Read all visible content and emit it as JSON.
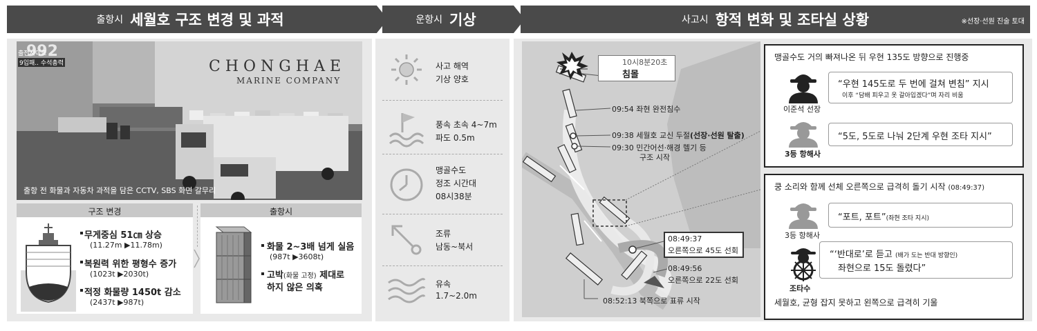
{
  "header1": {
    "small": "출항시",
    "big": "세월호 구조 변경 및 과적"
  },
  "header2": {
    "small": "운항시",
    "big": "기상"
  },
  "header3": {
    "small": "사고시",
    "big": "항적 변화 및 조타실 상황",
    "note": "※선장·선원 진술 토대"
  },
  "photo": {
    "overlay_top_left": "992",
    "overlay_line1": "출전시이트",
    "overlay_line2": "9입패.. 수석총력",
    "ship_name": "CHONGHAE",
    "ship_company": "MARINE COMPANY",
    "caption": "출항 전 화물과 자동차 과적을 담은 CCTV, SBS 화면 갈무리"
  },
  "structure": {
    "header": "구조 변경",
    "items": [
      {
        "title": "무게중심 51㎝ 상승",
        "detail": "(11.27m ▶11.78m)"
      },
      {
        "title": "복원력 위한 평형수 증가",
        "detail": "(1023t ▶2030t)"
      },
      {
        "title": "적정 화물량 1450t 감소",
        "detail": "(2437t ▶987t)"
      }
    ]
  },
  "departure": {
    "header": "출항시",
    "item1_title": "화물 2~3배 넘게 실음",
    "item1_detail": "(987t ▶3608t)",
    "item2_a": "고박",
    "item2_b": "(화물 고정)",
    "item2_c": " 제대로",
    "item2_line2": "하지 않은 의혹"
  },
  "weather": [
    {
      "icon": "sun-icon",
      "line1": "사고 해역",
      "line2": "기상 양호"
    },
    {
      "icon": "wind-flag-icon",
      "line1": "풍속 초속 4~7m",
      "line2": "파도 0.5m"
    },
    {
      "icon": "clock-icon",
      "line1": "맹골수도",
      "line2": "정조 시간대",
      "line3": "08시38분"
    },
    {
      "icon": "current-icon",
      "line1": "조류",
      "line2": "남동~북서"
    },
    {
      "icon": "wave-icon",
      "line1": "유속",
      "line2": "1.7~2.0m"
    }
  ],
  "track": {
    "sink_time": "10시8분20초",
    "sink_label": "침몰",
    "e0954": "09:54  좌현 완전침수",
    "e0938_a": "09:38  세월호 교신 두절",
    "e0938_b": "(선장·선원 탈출)",
    "e0930_a": "09:30  민간어선·해경 헬기 등",
    "e0930_b": "구조 시작",
    "e0849_37_time": "08:49:37",
    "e0849_37_text": "오른쪽으로 45도 선회",
    "e0849_56_time": "08:49:56",
    "e0849_56_text": "오른쪽으로 22도 선회",
    "e0852_13": "08:52:13  북쪽으로 표류 시작"
  },
  "bridge_top": {
    "title": "맹골수도 거의 빠져나온 뒤 우현 135도 방향으로 진행중",
    "bubble1_main": "“우현 145도로 두 번에 걸쳐 변침” 지시",
    "bubble1_sub": "이후 “담배 피우고 옷 갈아입겠다”며 자리 비움",
    "person1": "이준석 선장",
    "bubble2": "“5도, 5도로 나눠 2단계 우현 조타 지시”",
    "person2": "3등 항해사"
  },
  "bridge_bottom": {
    "title_main": "쿵 소리와 함께 선체 오른쪽으로 급격히 돌기 시작",
    "title_time": "(08:49:37)",
    "bubble1_main": "“포트, 포트”",
    "bubble1_sub": "(좌현 조타 지시)",
    "person1": "3등 항해사",
    "bubble2_a": "“‘반대로’로 듣고",
    "bubble2_sub": "(배가 도는 반대 방향인)",
    "bubble2_b": "좌현으로 15도 돌렸다”",
    "person2": "조타수",
    "footer": "세월호, 균형 잡지 못하고 왼쪽으로 급격히 기울"
  }
}
